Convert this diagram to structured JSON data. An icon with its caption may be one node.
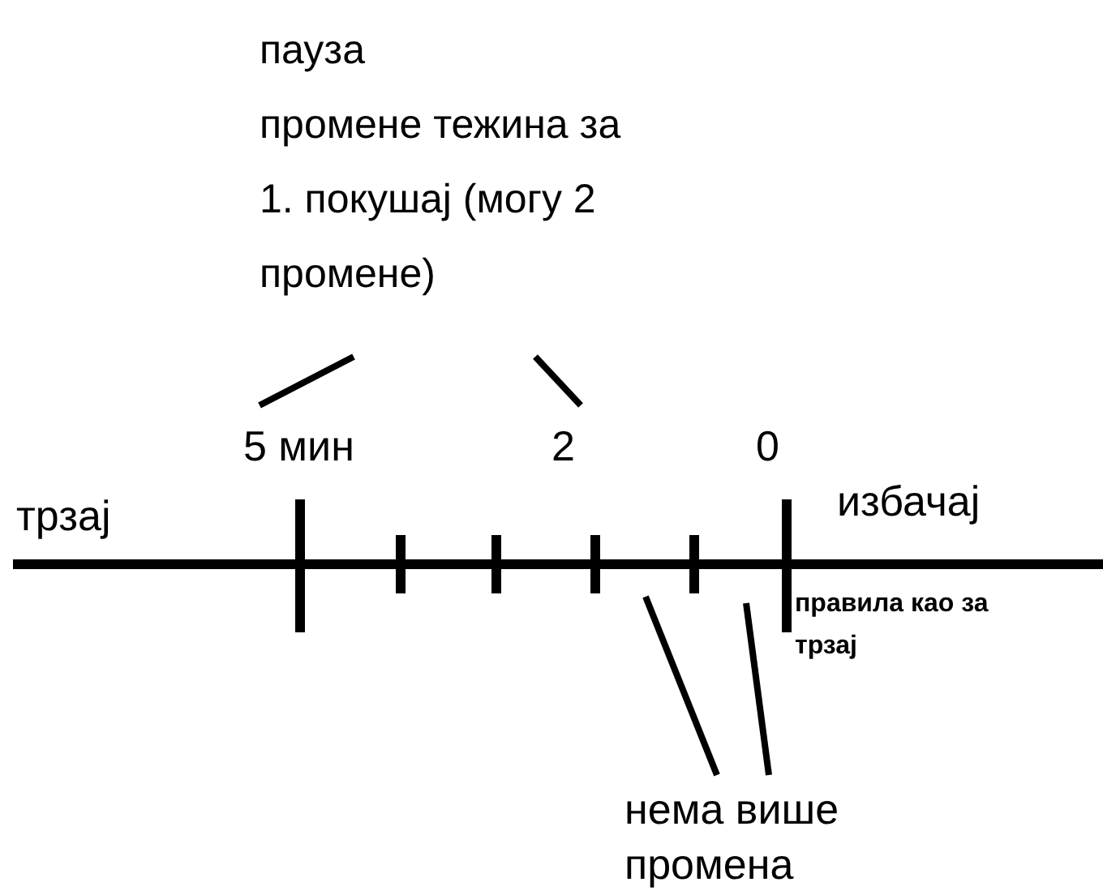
{
  "diagram": {
    "nodes": [
      {
        "text": [
          "пауза",
          "промене тежина за 1. покушај (могу 2 промене)"
        ]
      },
      {
        "text": [
          "5 мин"
        ]
      },
      {
        "text": [
          "2"
        ]
      },
      {
        "text": [
          "0"
        ]
      },
      {
        "text": [
          "нема више промена"
        ]
      }
    ],
    "edges": [
      {
        "from": 0,
        "to": 1,
        "arrow": "none"
      },
      {
        "from": 0,
        "to": 2,
        "arrow": "none"
      },
      {
        "from": 4,
        "to": null,
        "arrow": "none"
      },
      {
        "from": 4,
        "to": null,
        "arrow": "none"
      }
    ],
    "labels": [
      "трзај",
      "избачај",
      "правила као за трзај"
    ]
  }
}
